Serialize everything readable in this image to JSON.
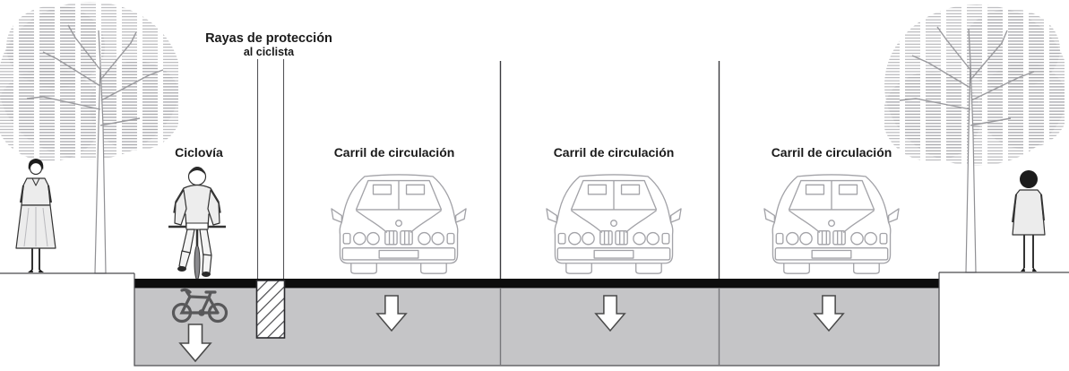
{
  "diagram": {
    "type": "street-cross-section",
    "labels": {
      "protection_line1": "Rayas de protección",
      "protection_line2": "al ciclista",
      "cycleway": "Ciclovía"
    },
    "lanes": [
      {
        "label": "Carril de circulación",
        "marking": "down-arrow-icon"
      },
      {
        "label": "Carril de circulación",
        "marking": "down-arrow-icon"
      },
      {
        "label": "Carril de circulación",
        "marking": "down-arrow-icon"
      }
    ],
    "cycleway_markings": [
      "bicycle-icon",
      "down-arrow-icon",
      "hatched-buffer-stripe"
    ],
    "scenery": [
      "tree-left",
      "pedestrian-left",
      "cyclist",
      "tree-right",
      "pedestrian-right"
    ],
    "colors": {
      "road_fill": "#c5c5c7",
      "road_top_band": "#0d0d0d",
      "marking_gray": "#58585a",
      "arrow_fill": "#ffffff",
      "outline": "#3c3c3c",
      "car_line": "#a3a3a8",
      "tree_line": "#a8a8ac",
      "text": "#1a1a1a"
    }
  }
}
